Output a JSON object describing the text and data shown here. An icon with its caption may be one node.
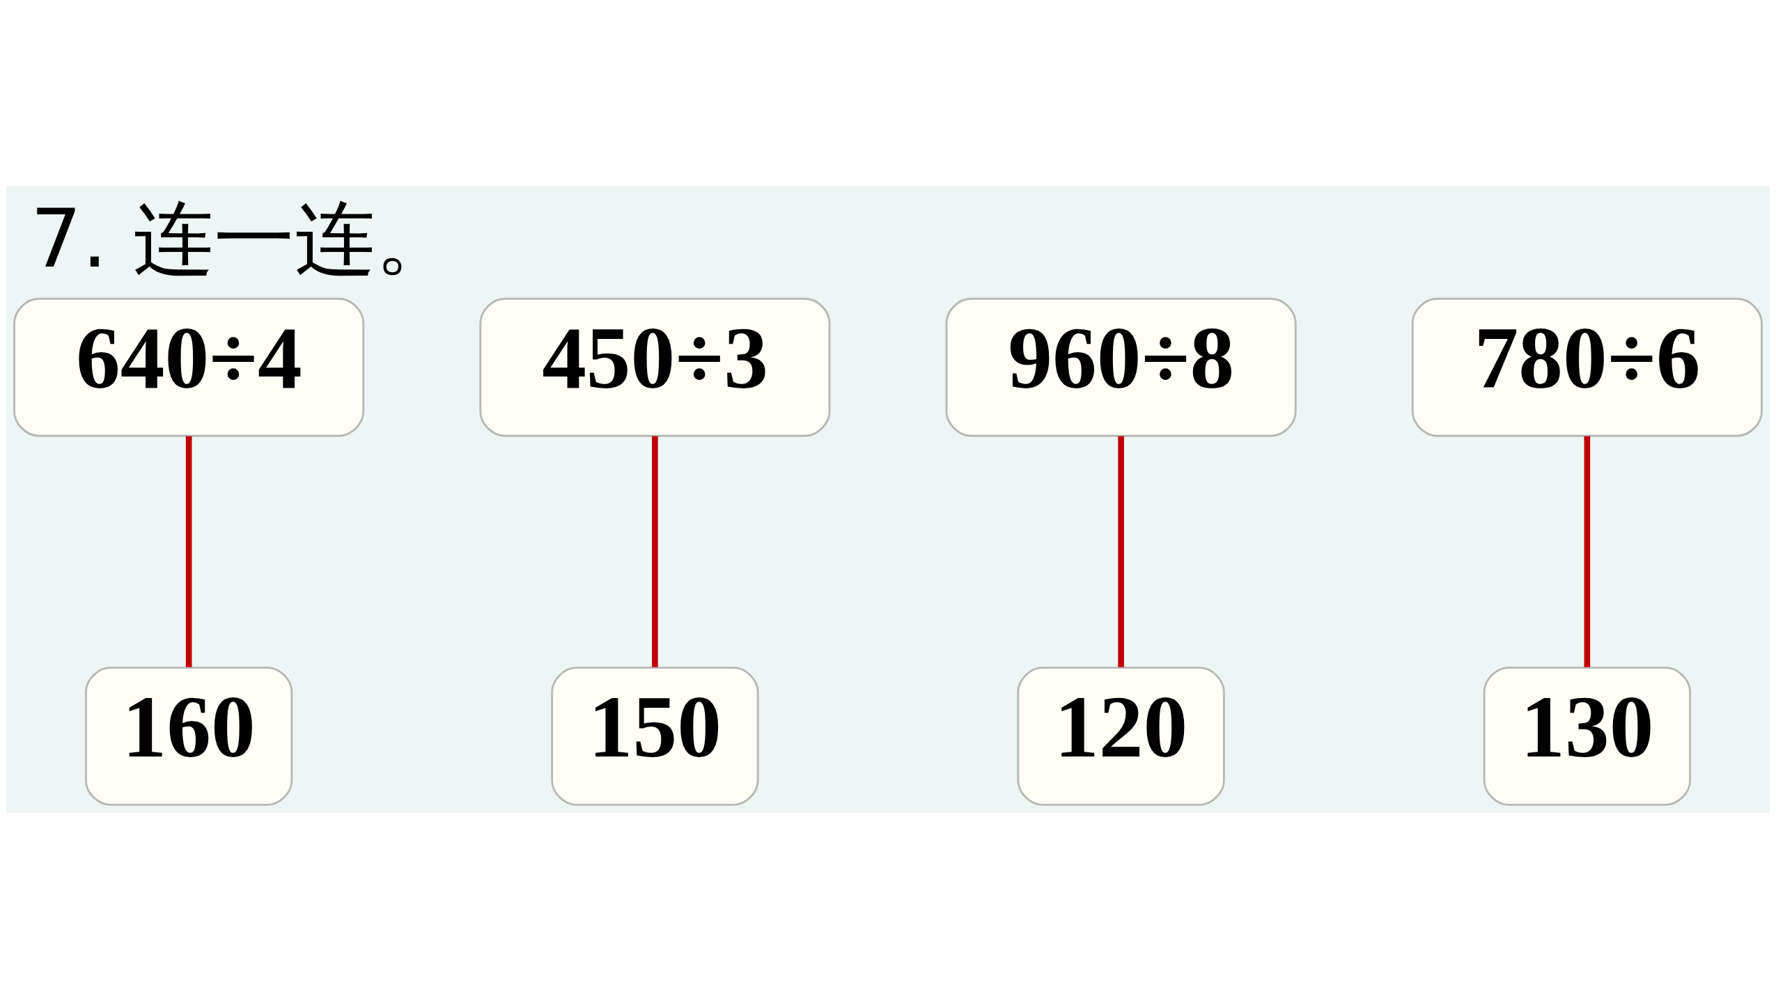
{
  "diagram": {
    "title": "7. 连一连。",
    "nodes": [
      {
        "text": [
          "640÷4"
        ]
      },
      {
        "text": [
          "450÷3"
        ]
      },
      {
        "text": [
          "960÷8"
        ]
      },
      {
        "text": [
          "780÷6"
        ]
      },
      {
        "text": [
          "150"
        ]
      },
      {
        "text": [
          "120"
        ]
      },
      {
        "text": [
          "130"
        ]
      },
      {
        "text": [
          "160"
        ]
      }
    ],
    "edges": [
      {
        "from": 0,
        "to": 7,
        "arrow": "none"
      },
      {
        "from": 1,
        "to": 4,
        "arrow": "none"
      },
      {
        "from": 2,
        "to": 5,
        "arrow": "none"
      },
      {
        "from": 3,
        "to": 6,
        "arrow": "none"
      }
    ]
  }
}
